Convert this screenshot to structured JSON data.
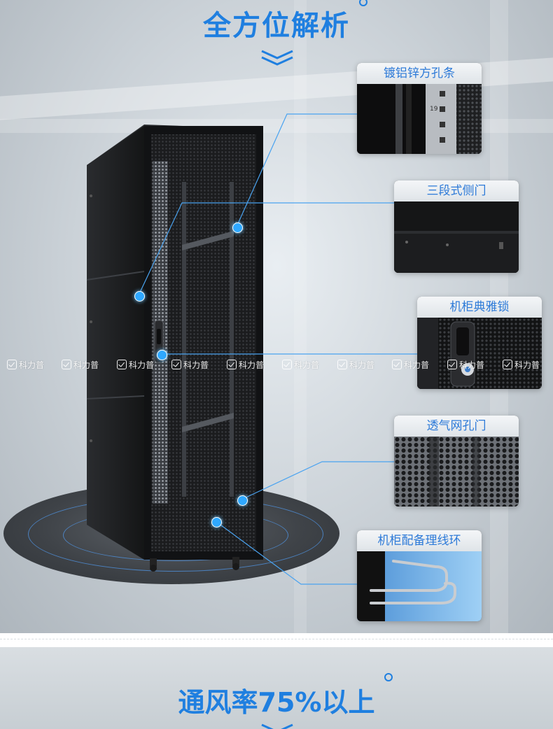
{
  "header": {
    "title": "全方位解析"
  },
  "callouts": [
    {
      "id": "rail",
      "label": "镀铝锌方孔条",
      "sub": "19"
    },
    {
      "id": "sidedoor",
      "label": "三段式侧门"
    },
    {
      "id": "lock",
      "label": "机柜典雅锁"
    },
    {
      "id": "meshdoor",
      "label": "透气网孔门"
    },
    {
      "id": "ring",
      "label": "机柜配备理线环"
    }
  ],
  "watermark": {
    "text": "科力普"
  },
  "footer": {
    "title": "通风率75%以上"
  },
  "colors": {
    "accent": "#1f7fe0",
    "marker": "#2fa8ff"
  }
}
